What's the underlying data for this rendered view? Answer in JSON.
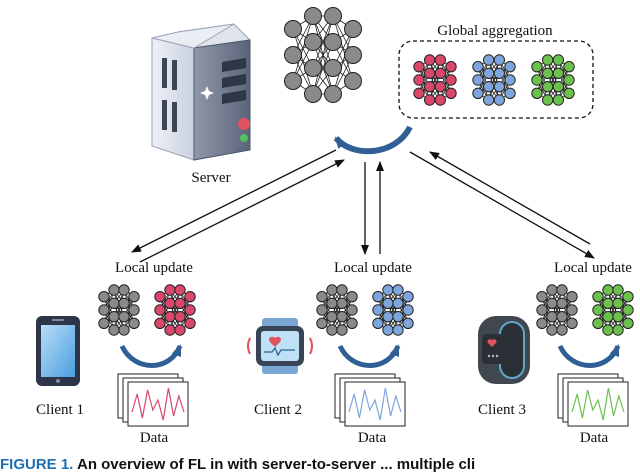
{
  "labels": {
    "global_aggregation": "Global aggregation",
    "server": "Server",
    "local_update_1": "Local update",
    "local_update_2": "Local update",
    "local_update_3": "Local update",
    "client_1": "Client 1",
    "client_2": "Client 2",
    "client_3": "Client 3",
    "data_1": "Data",
    "data_2": "Data",
    "data_3": "Data"
  },
  "caption": {
    "figure_label": "FIGURE 1.",
    "text": "An overview of FL in with server-to-server ... multiple cli"
  },
  "colors": {
    "node_gray": "#8a8a8a",
    "node_red": "#d9476a",
    "node_blue": "#7ea6dc",
    "node_green": "#6cc14e",
    "curve_arrow": "#2f5f95",
    "chart_red": "#d9476a",
    "chart_blue": "#7ea6dc",
    "chart_green": "#6cc14e"
  },
  "icons": [
    "server-icon",
    "smartphone-icon",
    "smartwatch-icon",
    "fitness-band-icon"
  ]
}
